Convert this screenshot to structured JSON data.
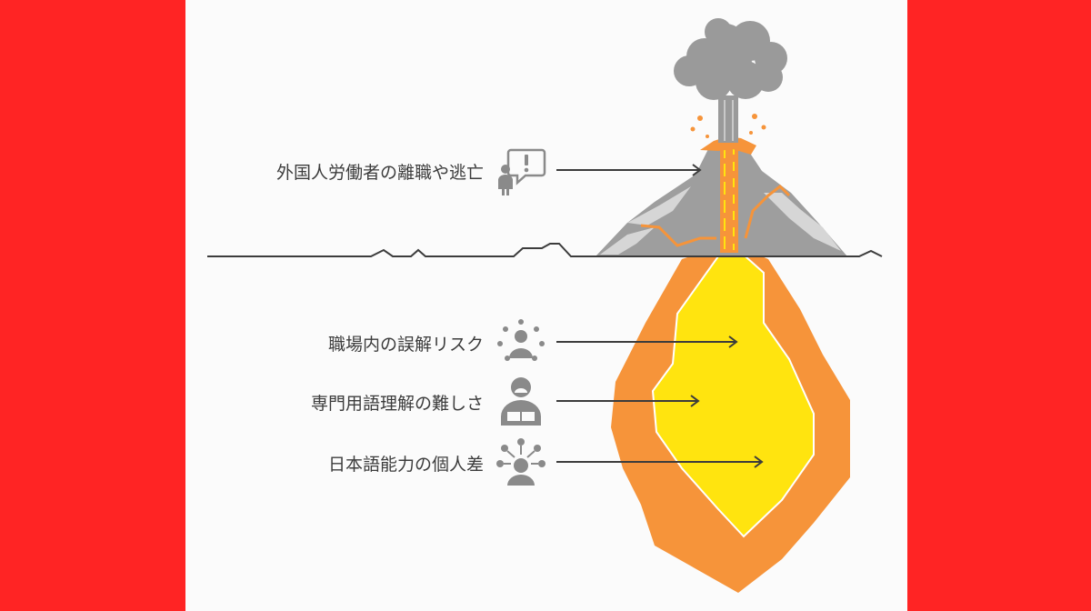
{
  "diagram": {
    "surface_issue": {
      "label": "外国人労働者の離職や逃亡",
      "icon": "alert-speech-person-icon"
    },
    "hidden_issues": [
      {
        "label": "職場内の誤解リスク",
        "icon": "group-person-icon"
      },
      {
        "label": "専門用語理解の難しさ",
        "icon": "reading-person-icon"
      },
      {
        "label": "日本語能力の個人差",
        "icon": "network-person-icon"
      }
    ],
    "colors": {
      "frame": "#ff2424",
      "panel": "#fbfbfb",
      "rock": "#9e9e9e",
      "magma_outer": "#f6943a",
      "magma_inner": "#ffe40f",
      "smoke": "#9a9a9a",
      "text": "#3c3c3c",
      "icon": "#8a8a8a"
    }
  }
}
